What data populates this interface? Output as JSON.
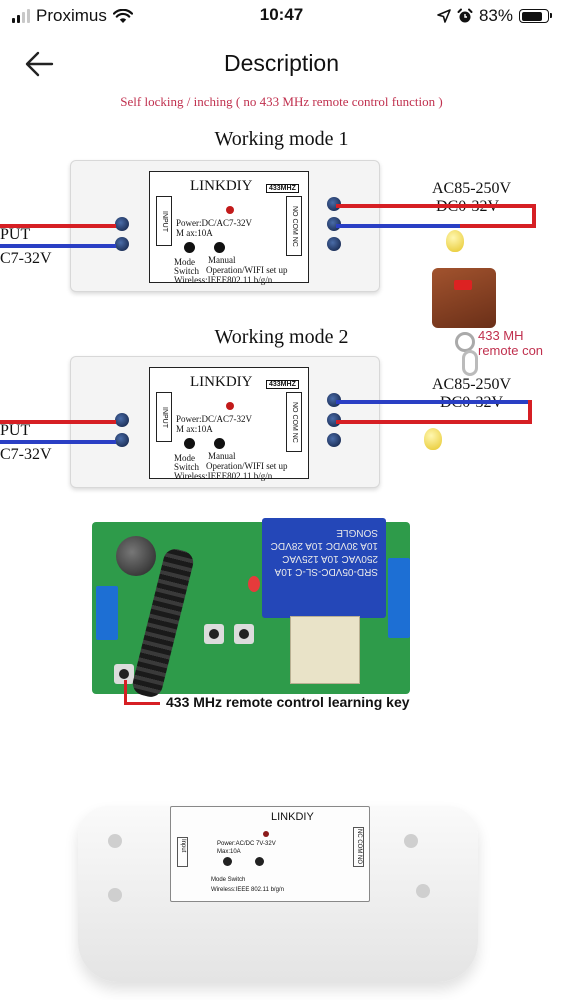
{
  "status_bar": {
    "carrier": "Proximus",
    "time": "10:47",
    "battery": "83%",
    "battery_level": 0.83
  },
  "nav": {
    "title": "Description"
  },
  "content": {
    "caption": "Self locking / inching ( no 433 MHz remote control function )",
    "mode1_title": "Working mode 1",
    "mode2_title": "Working mode 2",
    "device": {
      "brand": "LINKDIY",
      "tag": "433MHZ",
      "power": "Power:DC/AC7-32V",
      "max": "M ax:10A",
      "mode_switch": "Mode\nSwitch",
      "manual": "Manual",
      "operation": "Operation/WIFI set up",
      "wireless": "Wireless:IEEE802.11 b/g/n",
      "input_label": "INPUT",
      "output_label": "NO COM NC"
    },
    "left_input": "PUT",
    "left_voltage": "C7-32V",
    "ac_voltage": "AC85-250V",
    "dc_voltage": "DC0-32V",
    "remote_label_1": "433 MH",
    "remote_label_2": "remote con",
    "relay_text": "SRD-05VDC-SL-C 10A 250VAC 10A 125VAC 10A 30VDC 10A 28VDC SONGLE",
    "learning_key": "433 MHz remote control learning key",
    "photo": {
      "brand": "LINKDIY",
      "power": "Power:AC/DC 7V-32V",
      "max": "Max:10A",
      "mode_switch": "Mode Switch",
      "wireless": "Wireless:IEEE 802.11 b/g/n",
      "input_label": "Input",
      "output_label": "NC COM NO"
    }
  }
}
